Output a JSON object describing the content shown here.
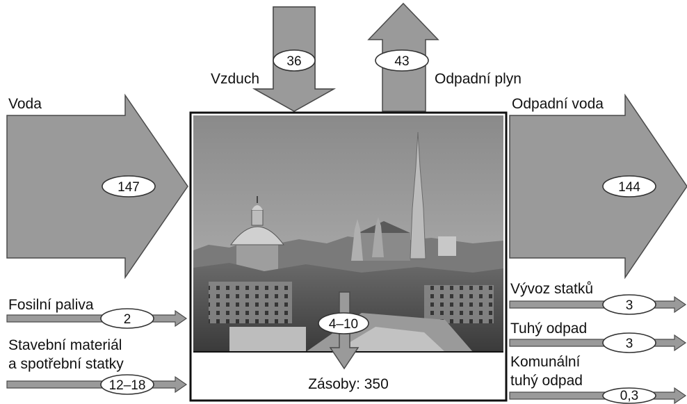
{
  "diagram": {
    "inputs": {
      "water": {
        "label": "Voda",
        "value": "147"
      },
      "air": {
        "label": "Vzduch",
        "value": "36"
      },
      "fossil_fuels": {
        "label": "Fosilní paliva",
        "value": "2"
      },
      "building_materials": {
        "label_line1": "Stavební materiál",
        "label_line2": "a spotřební statky",
        "value": "12–18"
      }
    },
    "outputs": {
      "exhaust_gas": {
        "label": "Odpadní plyn",
        "value": "43"
      },
      "waste_water": {
        "label": "Odpadní voda",
        "value": "144"
      },
      "goods_export": {
        "label": "Vývoz statků",
        "value": "3"
      },
      "solid_waste": {
        "label": "Tuhý odpad",
        "value": "3"
      },
      "municipal_waste": {
        "label_line1": "Komunální",
        "label_line2": "tuhý odpad",
        "value": "0,3"
      }
    },
    "stock": {
      "change_value": "4–10",
      "label": "Zásoby: 350"
    },
    "colors": {
      "arrow_fill": "#9a9a9a",
      "arrow_stroke": "#4a4a4a",
      "frame": "#111111"
    }
  }
}
